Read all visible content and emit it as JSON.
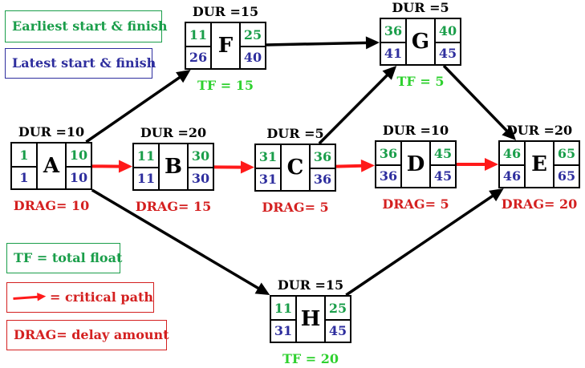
{
  "legend": {
    "early": "Earliest start & finish",
    "late": "Latest start & finish",
    "tf": "TF = total float",
    "critical": "= critical path",
    "drag": "DRAG= delay amount"
  },
  "colors": {
    "early": "#1a9e4a",
    "late": "#2e2e9e",
    "tf": "#2fd12f",
    "drag": "#d42020",
    "critical_arrow": "#ff1a1a",
    "normal_arrow": "#000000"
  },
  "nodes": {
    "A": {
      "name": "A",
      "dur": "DUR =10",
      "es": "1",
      "ef": "10",
      "ls": "1",
      "lf": "10",
      "drag": "DRAG= 10"
    },
    "B": {
      "name": "B",
      "dur": "DUR =20",
      "es": "11",
      "ef": "30",
      "ls": "11",
      "lf": "30",
      "drag": "DRAG= 15"
    },
    "C": {
      "name": "C",
      "dur": "DUR =5",
      "es": "31",
      "ef": "36",
      "ls": "31",
      "lf": "36",
      "drag": "DRAG= 5"
    },
    "D": {
      "name": "D",
      "dur": "DUR =10",
      "es": "36",
      "ef": "45",
      "ls": "36",
      "lf": "45",
      "drag": "DRAG= 5"
    },
    "E": {
      "name": "E",
      "dur": "DUR =20",
      "es": "46",
      "ef": "65",
      "ls": "46",
      "lf": "65",
      "drag": "DRAG= 20"
    },
    "F": {
      "name": "F",
      "dur": "DUR =15",
      "es": "11",
      "ef": "25",
      "ls": "26",
      "lf": "40",
      "tf": "TF = 15"
    },
    "G": {
      "name": "G",
      "dur": "DUR =5",
      "es": "36",
      "ef": "40",
      "ls": "41",
      "lf": "45",
      "tf": "TF = 5"
    },
    "H": {
      "name": "H",
      "dur": "DUR =15",
      "es": "11",
      "ef": "25",
      "ls": "31",
      "lf": "45",
      "tf": "TF = 20"
    }
  },
  "edges": [
    {
      "from": "A",
      "to": "B",
      "critical": true
    },
    {
      "from": "B",
      "to": "C",
      "critical": true
    },
    {
      "from": "C",
      "to": "D",
      "critical": true
    },
    {
      "from": "D",
      "to": "E",
      "critical": true
    },
    {
      "from": "A",
      "to": "F",
      "critical": false
    },
    {
      "from": "F",
      "to": "G",
      "critical": false
    },
    {
      "from": "C",
      "to": "G",
      "critical": false
    },
    {
      "from": "G",
      "to": "E",
      "critical": false
    },
    {
      "from": "A",
      "to": "H",
      "critical": false
    },
    {
      "from": "H",
      "to": "E",
      "critical": false
    }
  ]
}
